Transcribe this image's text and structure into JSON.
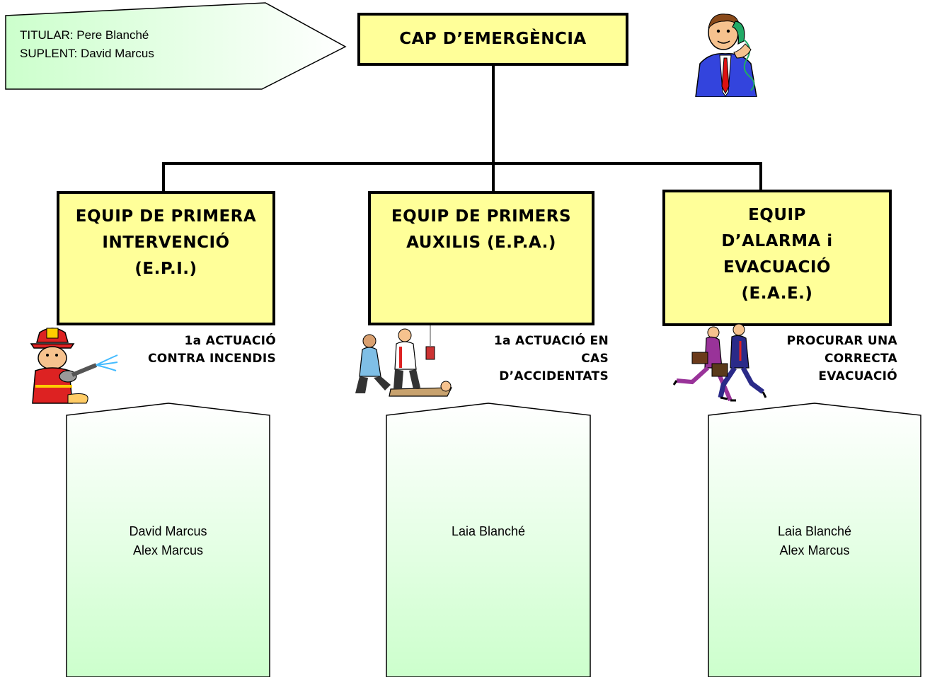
{
  "colors": {
    "box_fill": "#ffff99",
    "gradient_top": "#ffffff",
    "gradient_bottom": "#ccffcc",
    "line": "#000000"
  },
  "titular_note": {
    "titular": "TITULAR:  Pere Blanché",
    "suplent": "SUPLENT: David Marcus"
  },
  "root": {
    "label": "CAP D’EMERGÈNCIA",
    "icon": "man-on-phone-icon"
  },
  "teams": [
    {
      "title_lines": [
        "EQUIP  DE PRIMERA",
        "INTERVENCIÓ",
        "(E.P.I.)"
      ],
      "task_lines": [
        "1a ACTUACIÓ",
        "CONTRA INCENDIS"
      ],
      "icon": "firefighter-icon",
      "members": [
        "David Marcus",
        "Alex Marcus"
      ]
    },
    {
      "title_lines": [
        "EQUIP  DE PRIMERS",
        "AUXILIS (E.P.A.)"
      ],
      "task_lines": [
        "1a ACTUACIÓ EN",
        "CAS",
        "D’ACCIDENTATS"
      ],
      "icon": "first-aid-paramedics-icon",
      "members": [
        "Laia Blanché"
      ]
    },
    {
      "title_lines": [
        "EQUIP",
        "D’ALARMA i",
        "EVACUACIÓ",
        "(E.A.E.)"
      ],
      "task_lines": [
        "PROCURAR UNA",
        "CORRECTA",
        "EVACUACIÓ"
      ],
      "icon": "people-running-icon",
      "members": [
        "Laia Blanché",
        "Alex Marcus"
      ]
    }
  ]
}
